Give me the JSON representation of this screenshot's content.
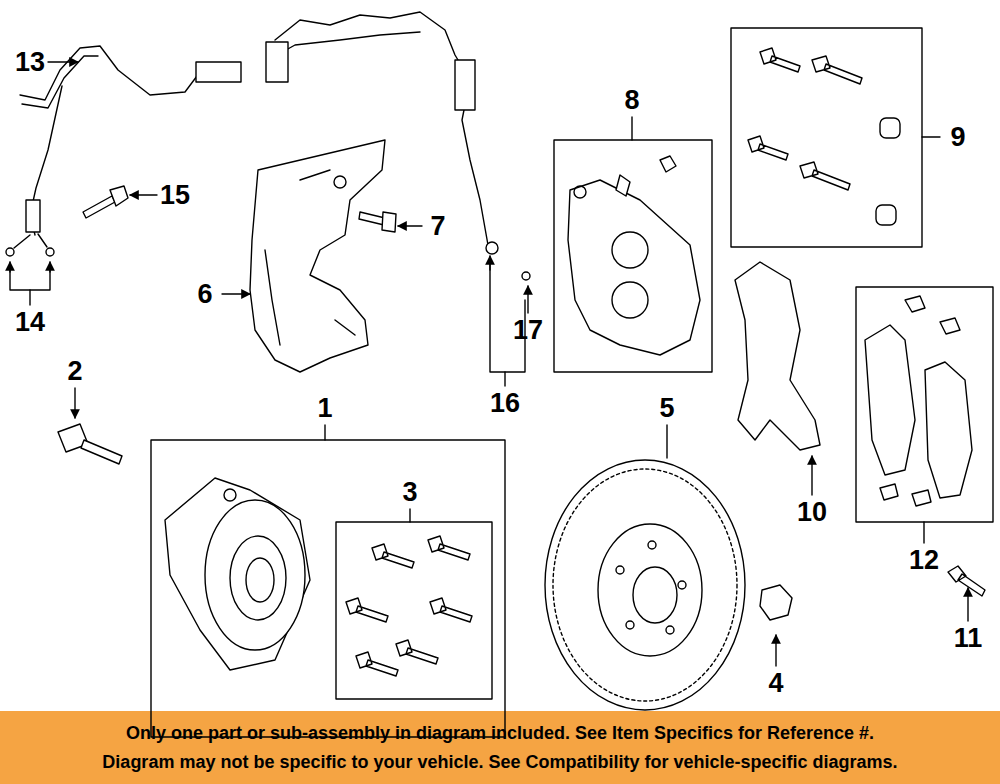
{
  "diagram": {
    "labels": [
      "13",
      "8",
      "9",
      "15",
      "7",
      "6",
      "17",
      "14",
      "2",
      "16",
      "1",
      "5",
      "3",
      "10",
      "12",
      "11",
      "4",
      "Only one part or sub-assembly in diagram included. See Item Specifics for Reference #.",
      "Diagram may not be specific to your vehicle. See Compatibility for vehicle-specific diagrams."
    ]
  }
}
